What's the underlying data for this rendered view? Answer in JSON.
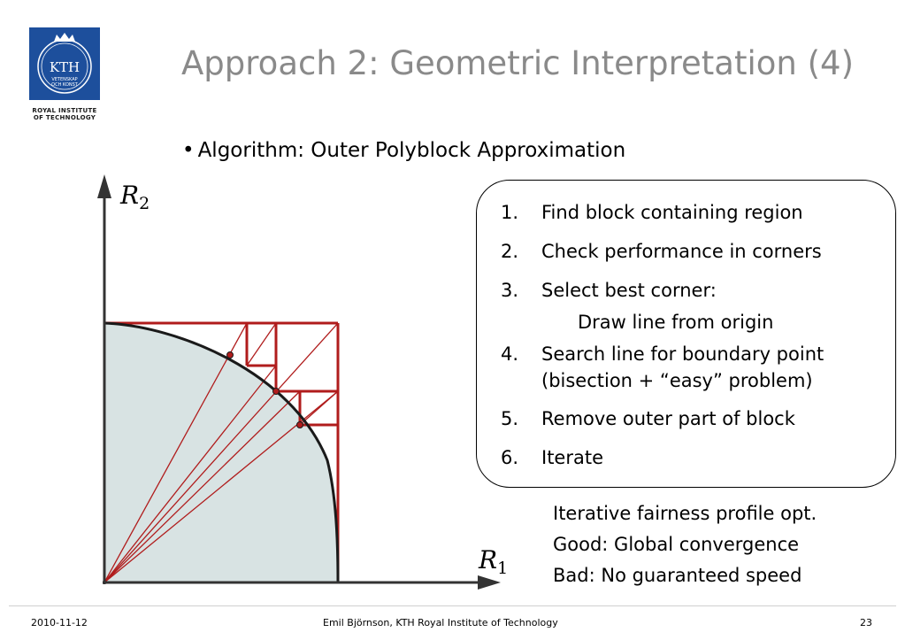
{
  "logo": {
    "text": "KTH",
    "sub1": "VETENSKAP",
    "sub2": "OCH KONST",
    "caption1": "ROYAL INSTITUTE",
    "caption2": "OF TECHNOLOGY",
    "color": "#1d4f9c"
  },
  "title": "Approach 2: Geometric Interpretation (4)",
  "bullet": {
    "symbol": "•",
    "text": "Algorithm: Outer Polyblock Approximation"
  },
  "diagram": {
    "y_axis_label_main": "R",
    "y_axis_label_sub": "2",
    "x_axis_label_main": "R",
    "x_axis_label_sub": "1",
    "region_color": "#d8e3e3",
    "block_color": "#b01c1c",
    "boundary_color": "#1a1a1a"
  },
  "steps": [
    {
      "num": "1.",
      "text": "Find block containing region"
    },
    {
      "num": "2.",
      "text": "Check performance in corners"
    },
    {
      "num": "3.",
      "text": "Select best corner:"
    },
    {
      "num": "",
      "text": "Draw line from origin"
    },
    {
      "num": "4.",
      "text": "Search line for boundary point"
    },
    {
      "num": "",
      "text": "(bisection + “easy” problem)"
    },
    {
      "num": "5.",
      "text": "Remove outer part of block"
    },
    {
      "num": "6.",
      "text": "Iterate"
    }
  ],
  "notes": [
    "Iterative fairness profile opt.",
    "Good: Global convergence",
    "Bad: No guaranteed speed"
  ],
  "footer": {
    "date": "2010-11-12",
    "author": "Emil Björnson, KTH Royal Institute of Technology",
    "page": "23"
  }
}
